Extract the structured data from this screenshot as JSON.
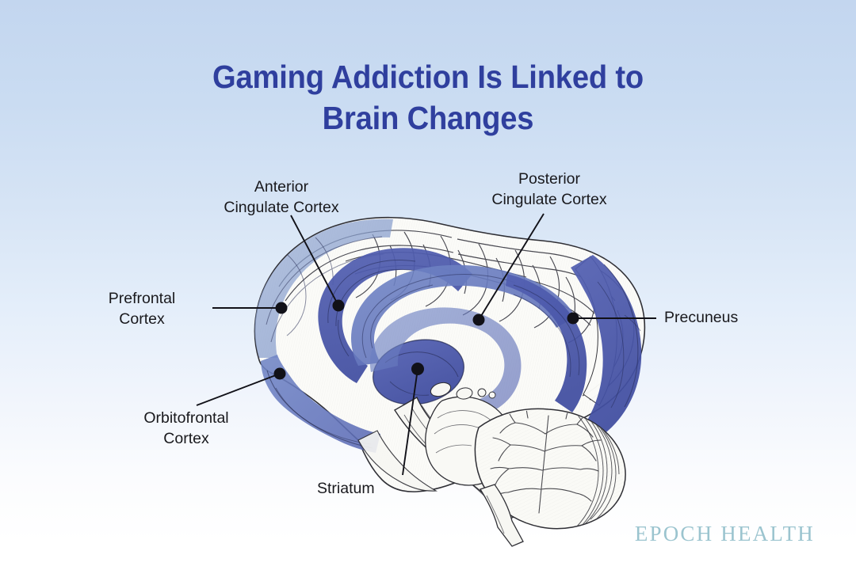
{
  "theme": {
    "bg_top": "#c3d6ef",
    "bg_bottom": "#ffffff",
    "title_color": "#2f3f9e",
    "label_color": "#19191d",
    "logo_color": "#9bc4cf",
    "region_light_blue": "#8ea6d2",
    "region_mid_blue": "#6d84c4",
    "region_deep_blue": "#4b58a8",
    "ink": "#2a2a2e"
  },
  "header": {
    "title": "Gaming Addiction Is Linked to\nBrain Changes"
  },
  "figure": {
    "type": "anatomical-illustration",
    "subject": "human brain, mid-sagittal section",
    "style": "vintage engraving with blue highlighted regions",
    "highlighted_regions": [
      "Anterior Cingulate Cortex",
      "Posterior Cingulate Cortex",
      "Prefrontal Cortex",
      "Orbitofrontal Cortex",
      "Precuneus",
      "Striatum"
    ]
  },
  "callouts": [
    {
      "id": "anterior-cingulate-cortex",
      "label": "Anterior\nCingulate Cortex",
      "align": "center"
    },
    {
      "id": "posterior-cingulate-cortex",
      "label": "Posterior\nCingulate Cortex",
      "align": "center"
    },
    {
      "id": "prefrontal-cortex",
      "label": "Prefrontal\nCortex",
      "align": "center"
    },
    {
      "id": "orbitofrontal-cortex",
      "label": "Orbitofrontal\nCortex",
      "align": "center"
    },
    {
      "id": "striatum",
      "label": "Striatum",
      "align": "left"
    },
    {
      "id": "precuneus",
      "label": "Precuneus",
      "align": "left"
    }
  ],
  "footer": {
    "logo_text": "EPOCH HEALTH"
  }
}
